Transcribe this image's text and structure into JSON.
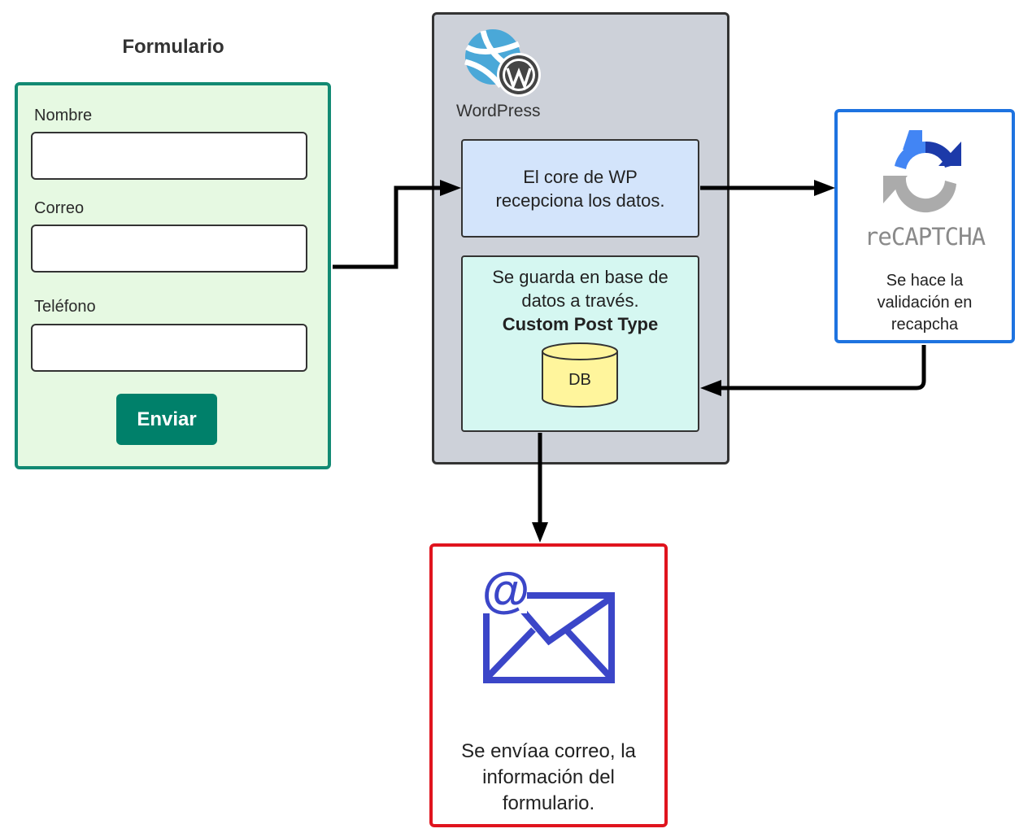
{
  "form": {
    "title": "Formulario",
    "fields": [
      {
        "label": "Nombre",
        "value": ""
      },
      {
        "label": "Correo",
        "value": ""
      },
      {
        "label": "Teléfono",
        "value": ""
      }
    ],
    "submit_label": "Enviar"
  },
  "wordpress": {
    "label": "WordPress",
    "core_lines": [
      "El core de WP",
      "recepciona los datos."
    ],
    "db_lines": [
      "Se guarda en base de",
      "datos a través."
    ],
    "db_bold": "Custom Post Type",
    "db_label": "DB"
  },
  "recaptcha": {
    "wordmark": "reCAPTCHA",
    "lines": [
      "Se hace la",
      "validación en",
      "recapcha"
    ]
  },
  "email": {
    "lines": [
      "Se envíaa correo, la",
      "información del",
      "formulario."
    ]
  },
  "colors": {
    "form_border": "#128a73",
    "form_bg": "#e6f9e2",
    "button": "#00806a",
    "wp_bg": "#cdd1d9",
    "core_bg": "#d3e4fb",
    "db_bg": "#d5f7f1",
    "db_cylinder": "#fff59c",
    "recaptcha_border": "#1e73e0",
    "email_border": "#e0141e",
    "email_icon": "#3b46c8"
  }
}
